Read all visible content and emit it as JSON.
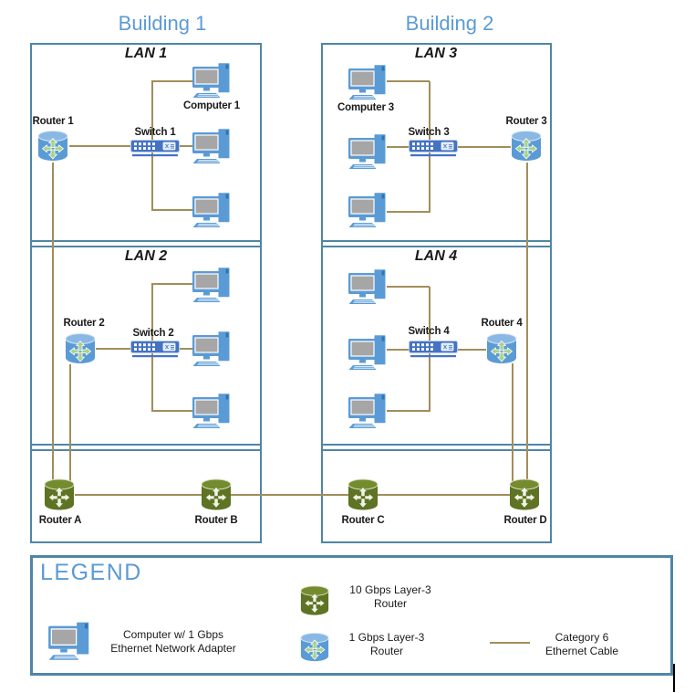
{
  "buildings": [
    {
      "title": "Building 1"
    },
    {
      "title": "Building 2"
    }
  ],
  "lans": [
    {
      "label": "LAN 1"
    },
    {
      "label": "LAN 2"
    },
    {
      "label": "LAN 3"
    },
    {
      "label": "LAN 4"
    }
  ],
  "devices": {
    "router_1": "Router 1",
    "router_2": "Router 2",
    "router_3": "Router 3",
    "router_4": "Router 4",
    "switch_1": "Switch 1",
    "switch_2": "Switch 2",
    "switch_3": "Switch 3",
    "switch_4": "Switch 4",
    "computer_1": "Computer 1",
    "computer_3": "Computer 3",
    "router_a": "Router A",
    "router_b": "Router B",
    "router_c": "Router C",
    "router_d": "Router D"
  },
  "legend": {
    "title": "LEGEND",
    "computer": {
      "line1": "Computer w/ 1 Gbps",
      "line2": "Ethernet Network Adapter"
    },
    "router_10g": {
      "line1": "10 Gbps Layer-3",
      "line2": "Router"
    },
    "router_1g": {
      "line1": "1 Gbps Layer-3",
      "line2": "Router"
    },
    "cable": {
      "line1": "Category 6",
      "line2": "Ethernet Cable"
    }
  },
  "colors": {
    "title_blue": "#5B9BD5",
    "box_border": "#4E86A5",
    "cable_tan": "#A28D5B",
    "router_10g_green": "#5E7323",
    "router_1g_blue": "#5B9BD5",
    "switch_blue": "#4472C4",
    "screen_gray": "#A6A6A6"
  }
}
